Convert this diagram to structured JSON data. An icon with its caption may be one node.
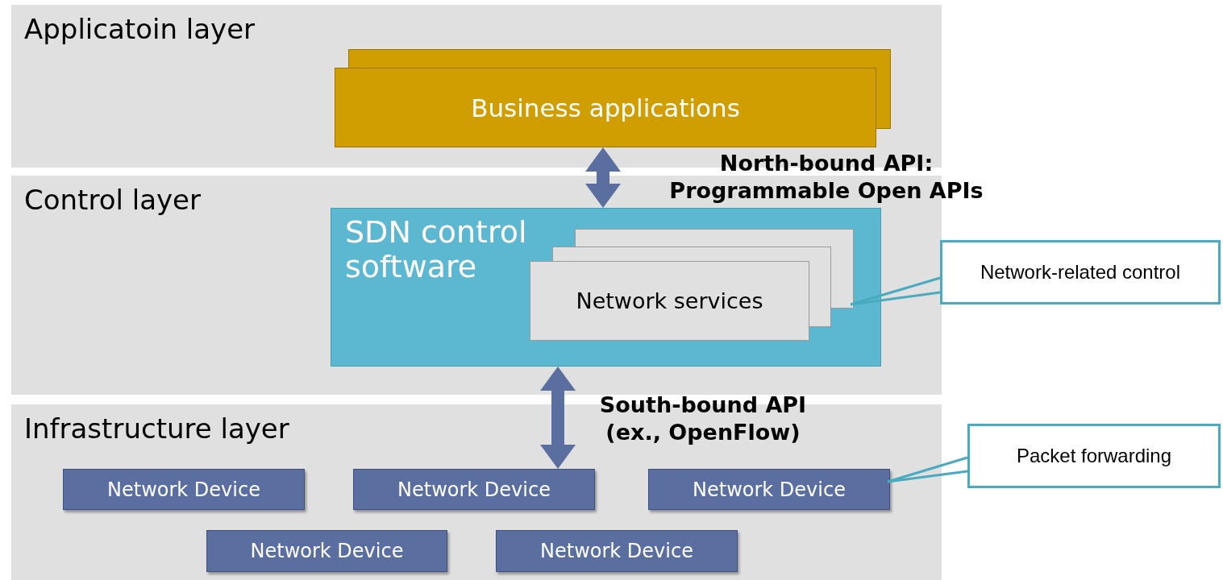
{
  "diagram": {
    "nodes": [
      {
        "text": [
          "Applicatoin layer"
        ]
      },
      {
        "text": [
          "Business applications"
        ],
        "in": 0
      },
      {
        "text": [
          "Control layer"
        ]
      },
      {
        "text": [
          "SDN control software"
        ],
        "in": 2
      },
      {
        "text": [
          "Network services"
        ],
        "in": 3
      },
      {
        "text": [
          "Infrastructure layer"
        ]
      },
      {
        "text": [
          "Network Device"
        ],
        "in": 5
      },
      {
        "text": [
          "Network Device"
        ],
        "in": 5
      },
      {
        "text": [
          "Network Device"
        ],
        "in": 5
      },
      {
        "text": [
          "Network Device"
        ],
        "in": 5
      },
      {
        "text": [
          "Network Device"
        ],
        "in": 5
      },
      {
        "text": [
          "Network-related control"
        ]
      },
      {
        "text": [
          "Packet forwarding"
        ]
      }
    ],
    "edges": [
      {
        "from": 1,
        "to": 3,
        "arrow": "both",
        "style": "thick",
        "label": "North-bound API: Programmable Open APIs"
      },
      {
        "from": 3,
        "to": 7,
        "arrow": "both",
        "style": "thick",
        "label": "South-bound API (ex., OpenFlow)"
      },
      {
        "from": 11,
        "to": 4,
        "arrow": "none",
        "color": "#4aaabf"
      },
      {
        "from": 12,
        "to": 8,
        "arrow": "none",
        "color": "#4aaabf"
      }
    ]
  }
}
